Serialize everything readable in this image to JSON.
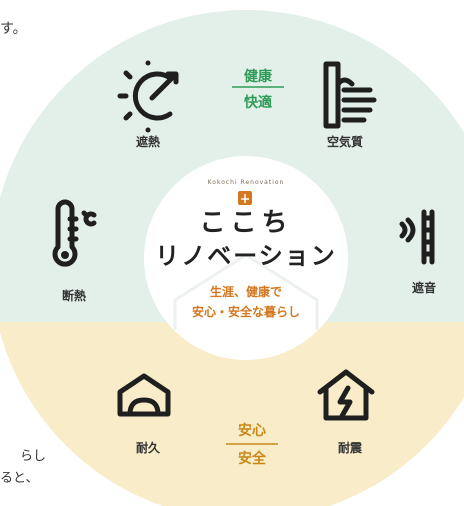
{
  "fragments": {
    "top": "す。",
    "bottom_line1": "らし",
    "bottom_line2": "ると、"
  },
  "center": {
    "brand": "Kokochi Renovation",
    "title_line1": "ここち",
    "title_line2": "リノベーション",
    "subtitle_line1": "生涯、健康で",
    "subtitle_line2": "安心・安全な暮らし"
  },
  "groups": {
    "top": {
      "line1": "健康",
      "line2": "快適",
      "color": "#2e9c57"
    },
    "bottom": {
      "line1": "安心",
      "line2": "安全",
      "color": "#c9891a"
    }
  },
  "items": [
    {
      "label": "遮熱",
      "icon": "sun-shield-icon"
    },
    {
      "label": "空気質",
      "icon": "air-vent-icon"
    },
    {
      "label": "断熱",
      "icon": "thermometer-icon"
    },
    {
      "label": "遮音",
      "icon": "sound-wall-icon"
    },
    {
      "label": "耐久",
      "icon": "house-arm-icon"
    },
    {
      "label": "耐震",
      "icon": "house-lightning-icon"
    }
  ],
  "colors": {
    "ring_top": "#e3f0ea",
    "ring_bottom": "#f8ecc9",
    "center_fill": "#ffffff",
    "green": "#2e9c57",
    "orange": "#d4771e"
  }
}
